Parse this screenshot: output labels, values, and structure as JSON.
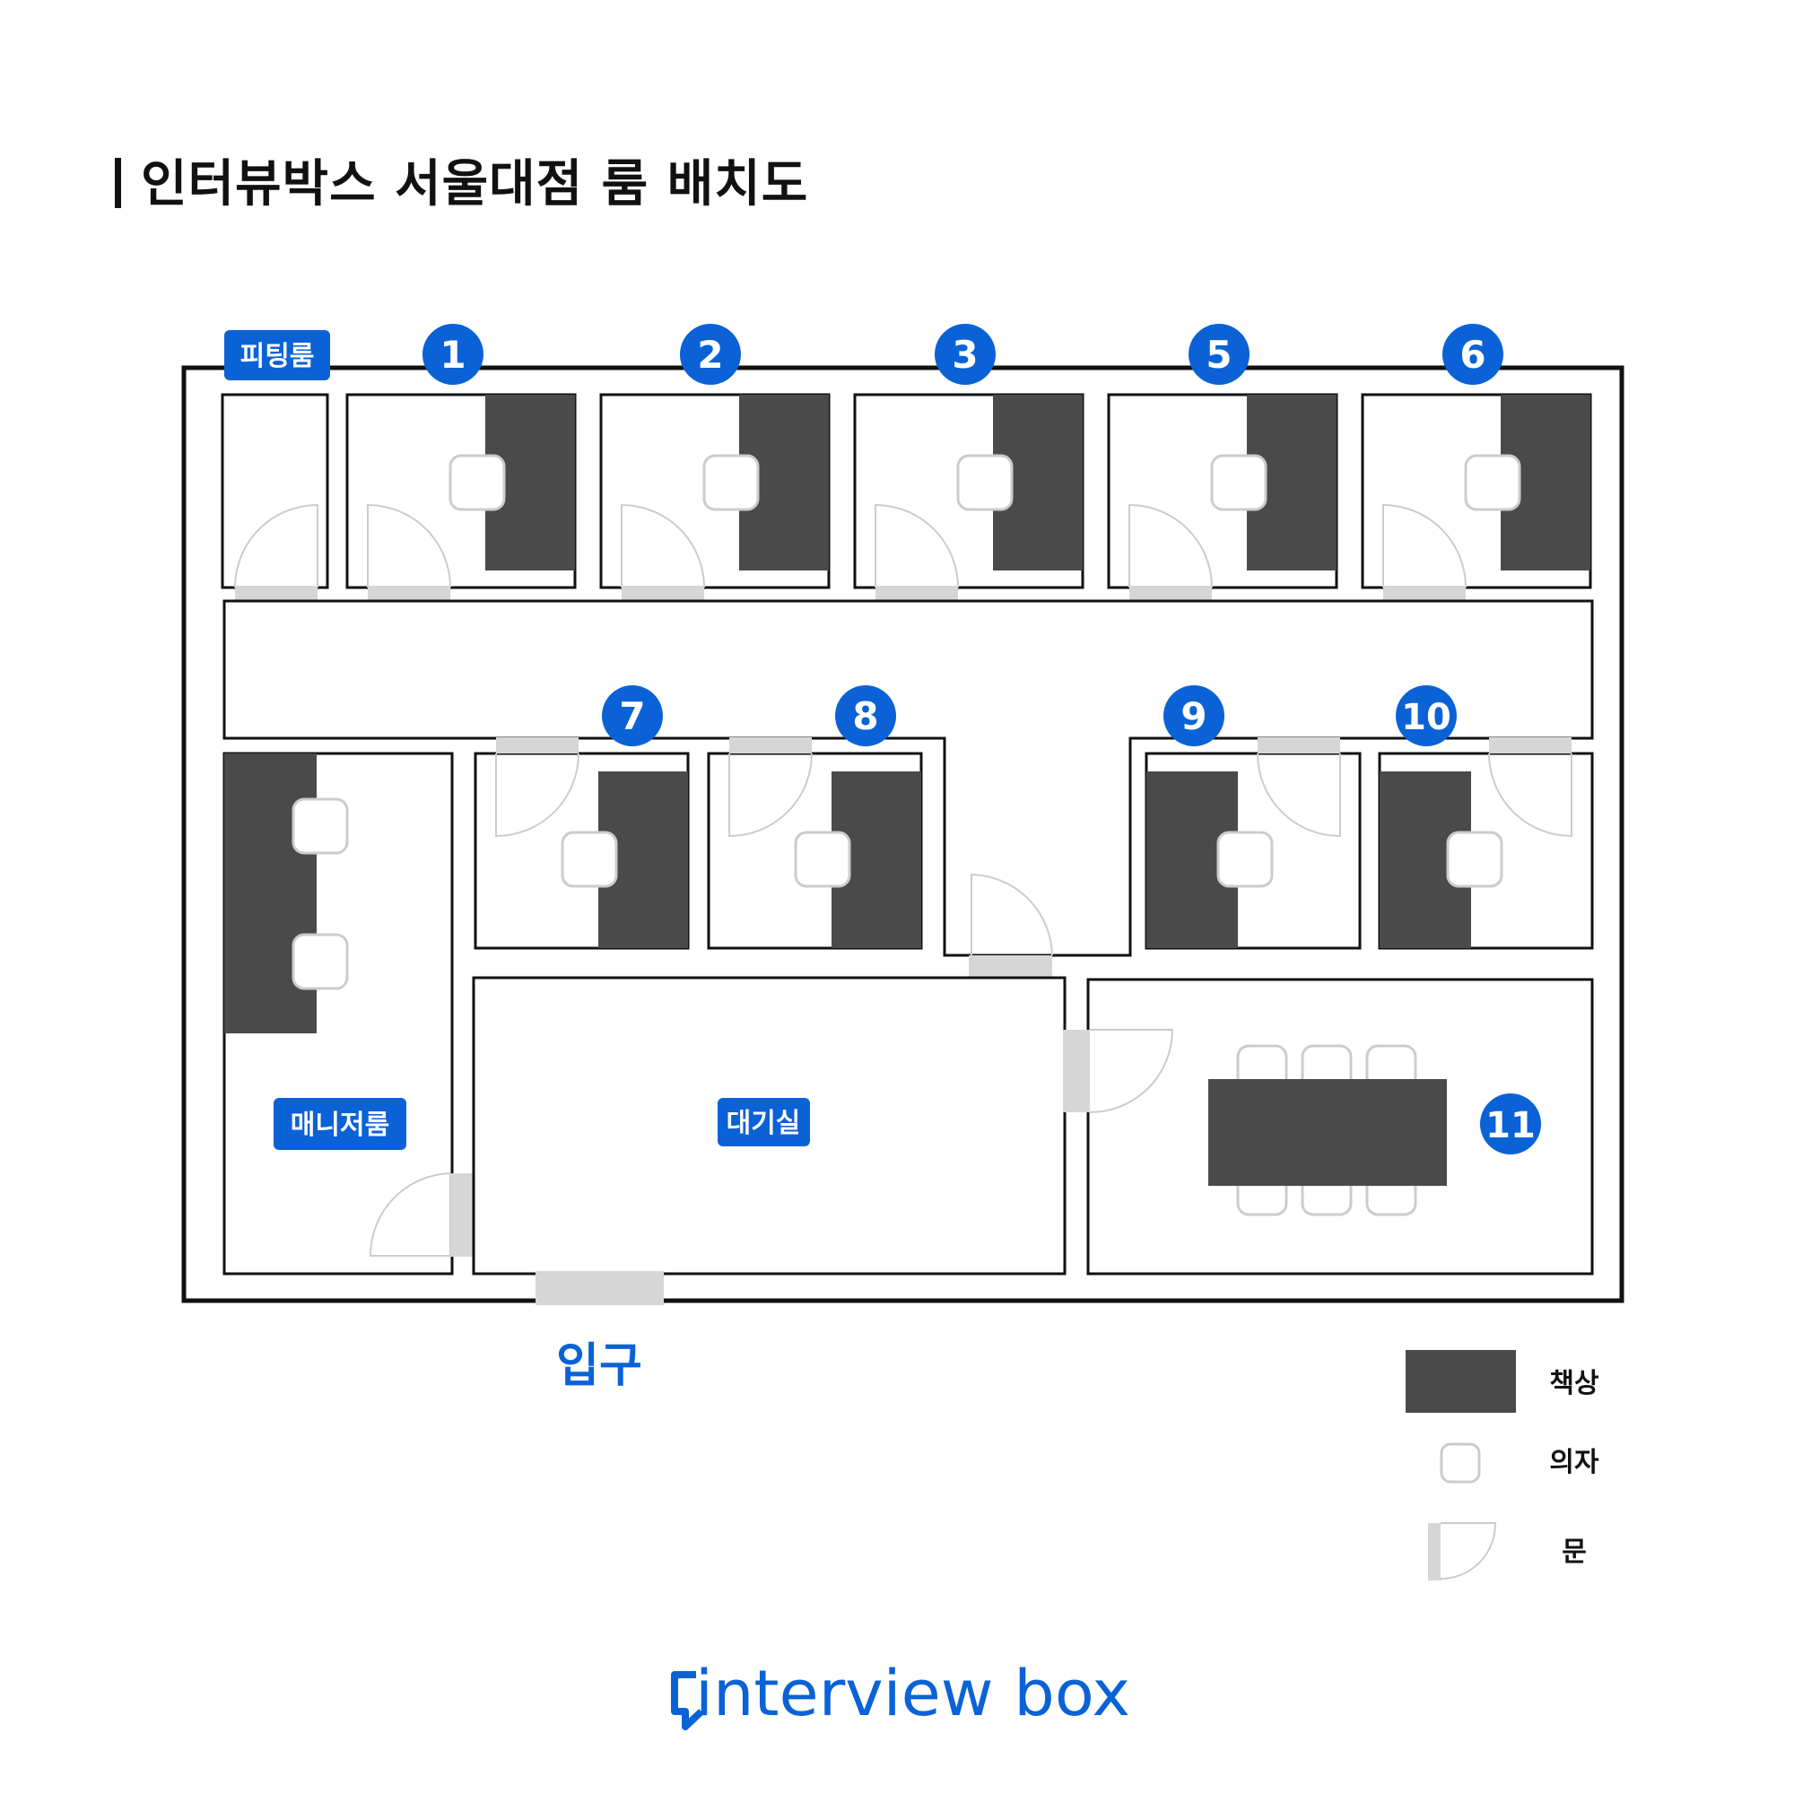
{
  "title": "인터뷰박스 서울대점 룸 배치도",
  "rooms": {
    "fitting": "피팅룸",
    "r1": "1",
    "r2": "2",
    "r3": "3",
    "r5": "5",
    "r6": "6",
    "r7": "7",
    "r8": "8",
    "r9": "9",
    "r10": "10",
    "r11": "11",
    "manager": "매니저룸",
    "waiting": "대기실"
  },
  "entrance": "입구",
  "legend": {
    "desk": "책상",
    "chair": "의자",
    "door": "문"
  },
  "brand": "interview box",
  "colors": {
    "accent": "#0a62d6",
    "desk": "#4a4a4a",
    "door": "#d6d6d6",
    "wall": "#111111"
  }
}
